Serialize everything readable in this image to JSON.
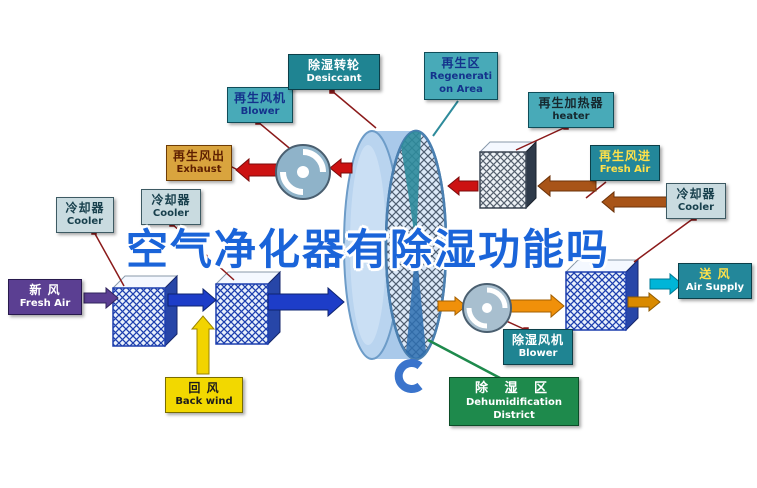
{
  "title": "空气净化器有除湿功能吗",
  "labels": {
    "regen_blower": {
      "zh": "再生风机",
      "en": "Blower"
    },
    "desiccant_wheel": {
      "zh": "除湿转轮",
      "en": "Desiccant"
    },
    "regen_area": {
      "zh": "再生区",
      "en": "Regeneration Area"
    },
    "regen_heater": {
      "zh": "再生加热器",
      "en": "heater"
    },
    "exhaust": {
      "zh": "再生风出",
      "en": "Exhaust"
    },
    "regen_fresh_air": {
      "zh": "再生风进",
      "en": "Fresh Air"
    },
    "cooler_left": {
      "zh": "冷却器",
      "en": "Cooler"
    },
    "cooler_mid": {
      "zh": "冷却器",
      "en": "Cooler"
    },
    "cooler_right": {
      "zh": "冷却器",
      "en": "Cooler"
    },
    "fresh_air_in": {
      "zh": "新  风",
      "en": "Fresh Air"
    },
    "air_supply": {
      "zh": "送  风",
      "en": "Air Supply"
    },
    "back_wind": {
      "zh": "回  风",
      "en": "Back wind"
    },
    "dehumid_blower": {
      "zh": "除湿风机",
      "en": "Blower"
    },
    "dehumid_district": {
      "zh": "除 湿 区",
      "en": "Dehumidification District"
    }
  },
  "colors": {
    "title_blue": "#1a64d9",
    "teal_dark": "#1f8492",
    "teal": "#48aab8",
    "tan": "#d9a43e",
    "purple": "#5b3f92",
    "yellow": "#f2d800",
    "green": "#1e8a4c",
    "arrow_blue": "#1d3dc8",
    "arrow_red": "#cc1212",
    "arrow_orange": "#f0900a",
    "arrow_brown": "#a85418",
    "arrow_cyan": "#00b5d8",
    "wheel_body": "#a9c9ea"
  }
}
